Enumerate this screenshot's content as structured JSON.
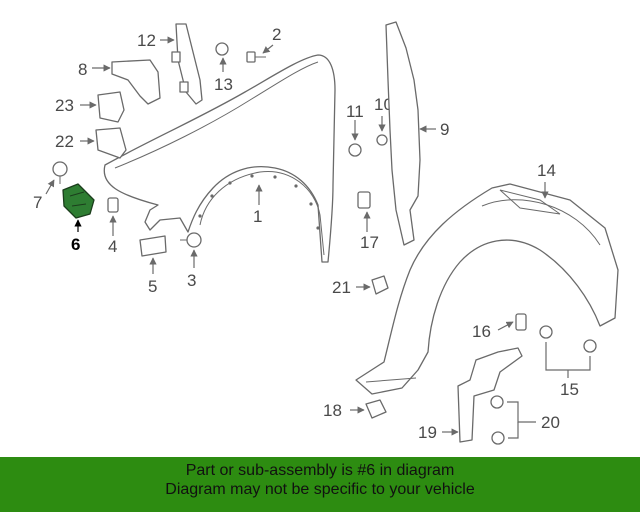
{
  "callouts": {
    "n1": "1",
    "n2": "2",
    "n3": "3",
    "n4": "4",
    "n5": "5",
    "n6": "6",
    "n7": "7",
    "n8": "8",
    "n9": "9",
    "n10": "10",
    "n11": "11",
    "n12": "12",
    "n13": "13",
    "n14": "14",
    "n15": "15",
    "n16": "16",
    "n17": "17",
    "n18": "18",
    "n19": "19",
    "n20": "20",
    "n21": "21",
    "n22": "22",
    "n23": "23"
  },
  "banner": {
    "line1": "Part or sub-assembly is #6 in diagram",
    "line2": "Diagram may not be specific to your vehicle"
  },
  "colors": {
    "highlight": "#2e7d32",
    "banner_bg": "#2d8c11"
  }
}
